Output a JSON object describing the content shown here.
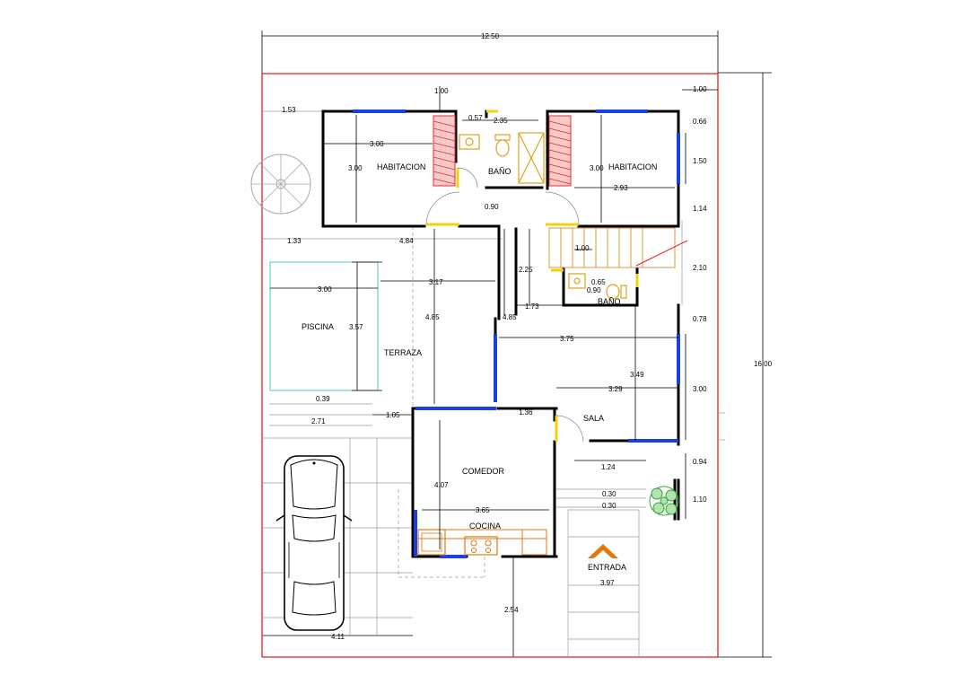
{
  "rooms": {
    "habitacion_left": "HABITACION",
    "habitacion_right": "HABITACION",
    "bano_top": "BAÑO",
    "bano_small": "BAÑO",
    "piscina": "PISCINA",
    "terraza": "TERRAZA",
    "sala": "SALA",
    "comedor": "COMEDOR",
    "cocina": "COCINA",
    "entrada": "ENTRADA"
  },
  "dimensions": {
    "total_width": "12.50",
    "total_height": "16.00",
    "d_1_00_top": "1.00",
    "d_1_53": "1.53",
    "d_0_57": "0.57",
    "d_2_35": "2.35",
    "d_3_00_a": "3.00",
    "d_3_00_b": "3.00",
    "d_3_00_c": "3.00",
    "d_2_93": "2.93",
    "d_0_90_a": "0.90",
    "d_1_00_right": "1.00",
    "d_0_66": "0.66",
    "d_1_50": "1.50",
    "d_1_14": "1.14",
    "d_1_33": "1.33",
    "d_4_84": "4.84",
    "d_1_00_stair": "1.00",
    "d_2_10": "2.10",
    "d_2_25": "2.25",
    "d_0_65": "0.65",
    "d_0_90_b": "0.90",
    "d_3_00_pool": "3.00",
    "d_3_17": "3.17",
    "d_1_73": "1.73",
    "d_4_85_a": "4.85",
    "d_4_85_b": "4.85",
    "d_3_57": "3.57",
    "d_0_78": "0.78",
    "d_3_75": "3.75",
    "d_3_49": "3.49",
    "d_3_29": "3.29",
    "d_3_00_right": "3.00",
    "d_0_39": "0.39",
    "d_2_71": "2.71",
    "d_1_05": "1.05",
    "d_1_36": "1.36",
    "d_0_94": "0.94",
    "d_1_24": "1.24",
    "d_4_07": "4.07",
    "d_0_30_a": "0.30",
    "d_0_30_b": "0.30",
    "d_1_10": "1.10",
    "d_3_65": "3.65",
    "d_3_97": "3.97",
    "d_2_54": "2.54",
    "d_4_11": "4.11"
  },
  "colors": {
    "walls": "#000000",
    "windows": "#1b3fe0",
    "doors": "#f1d30b",
    "boundary": "#e02020",
    "closets": "#e03030",
    "fixtures": "#e3a21a",
    "kitchen": "#e07a10",
    "plant": "#2fa33a",
    "entrance_arrow": "#e07a10",
    "guides": "#9a9a9a"
  },
  "icons": [
    "spiral-stair-icon",
    "car-icon",
    "plant-icon",
    "entrance-arrow-icon",
    "toilet-icon",
    "sink-icon",
    "stove-icon"
  ]
}
